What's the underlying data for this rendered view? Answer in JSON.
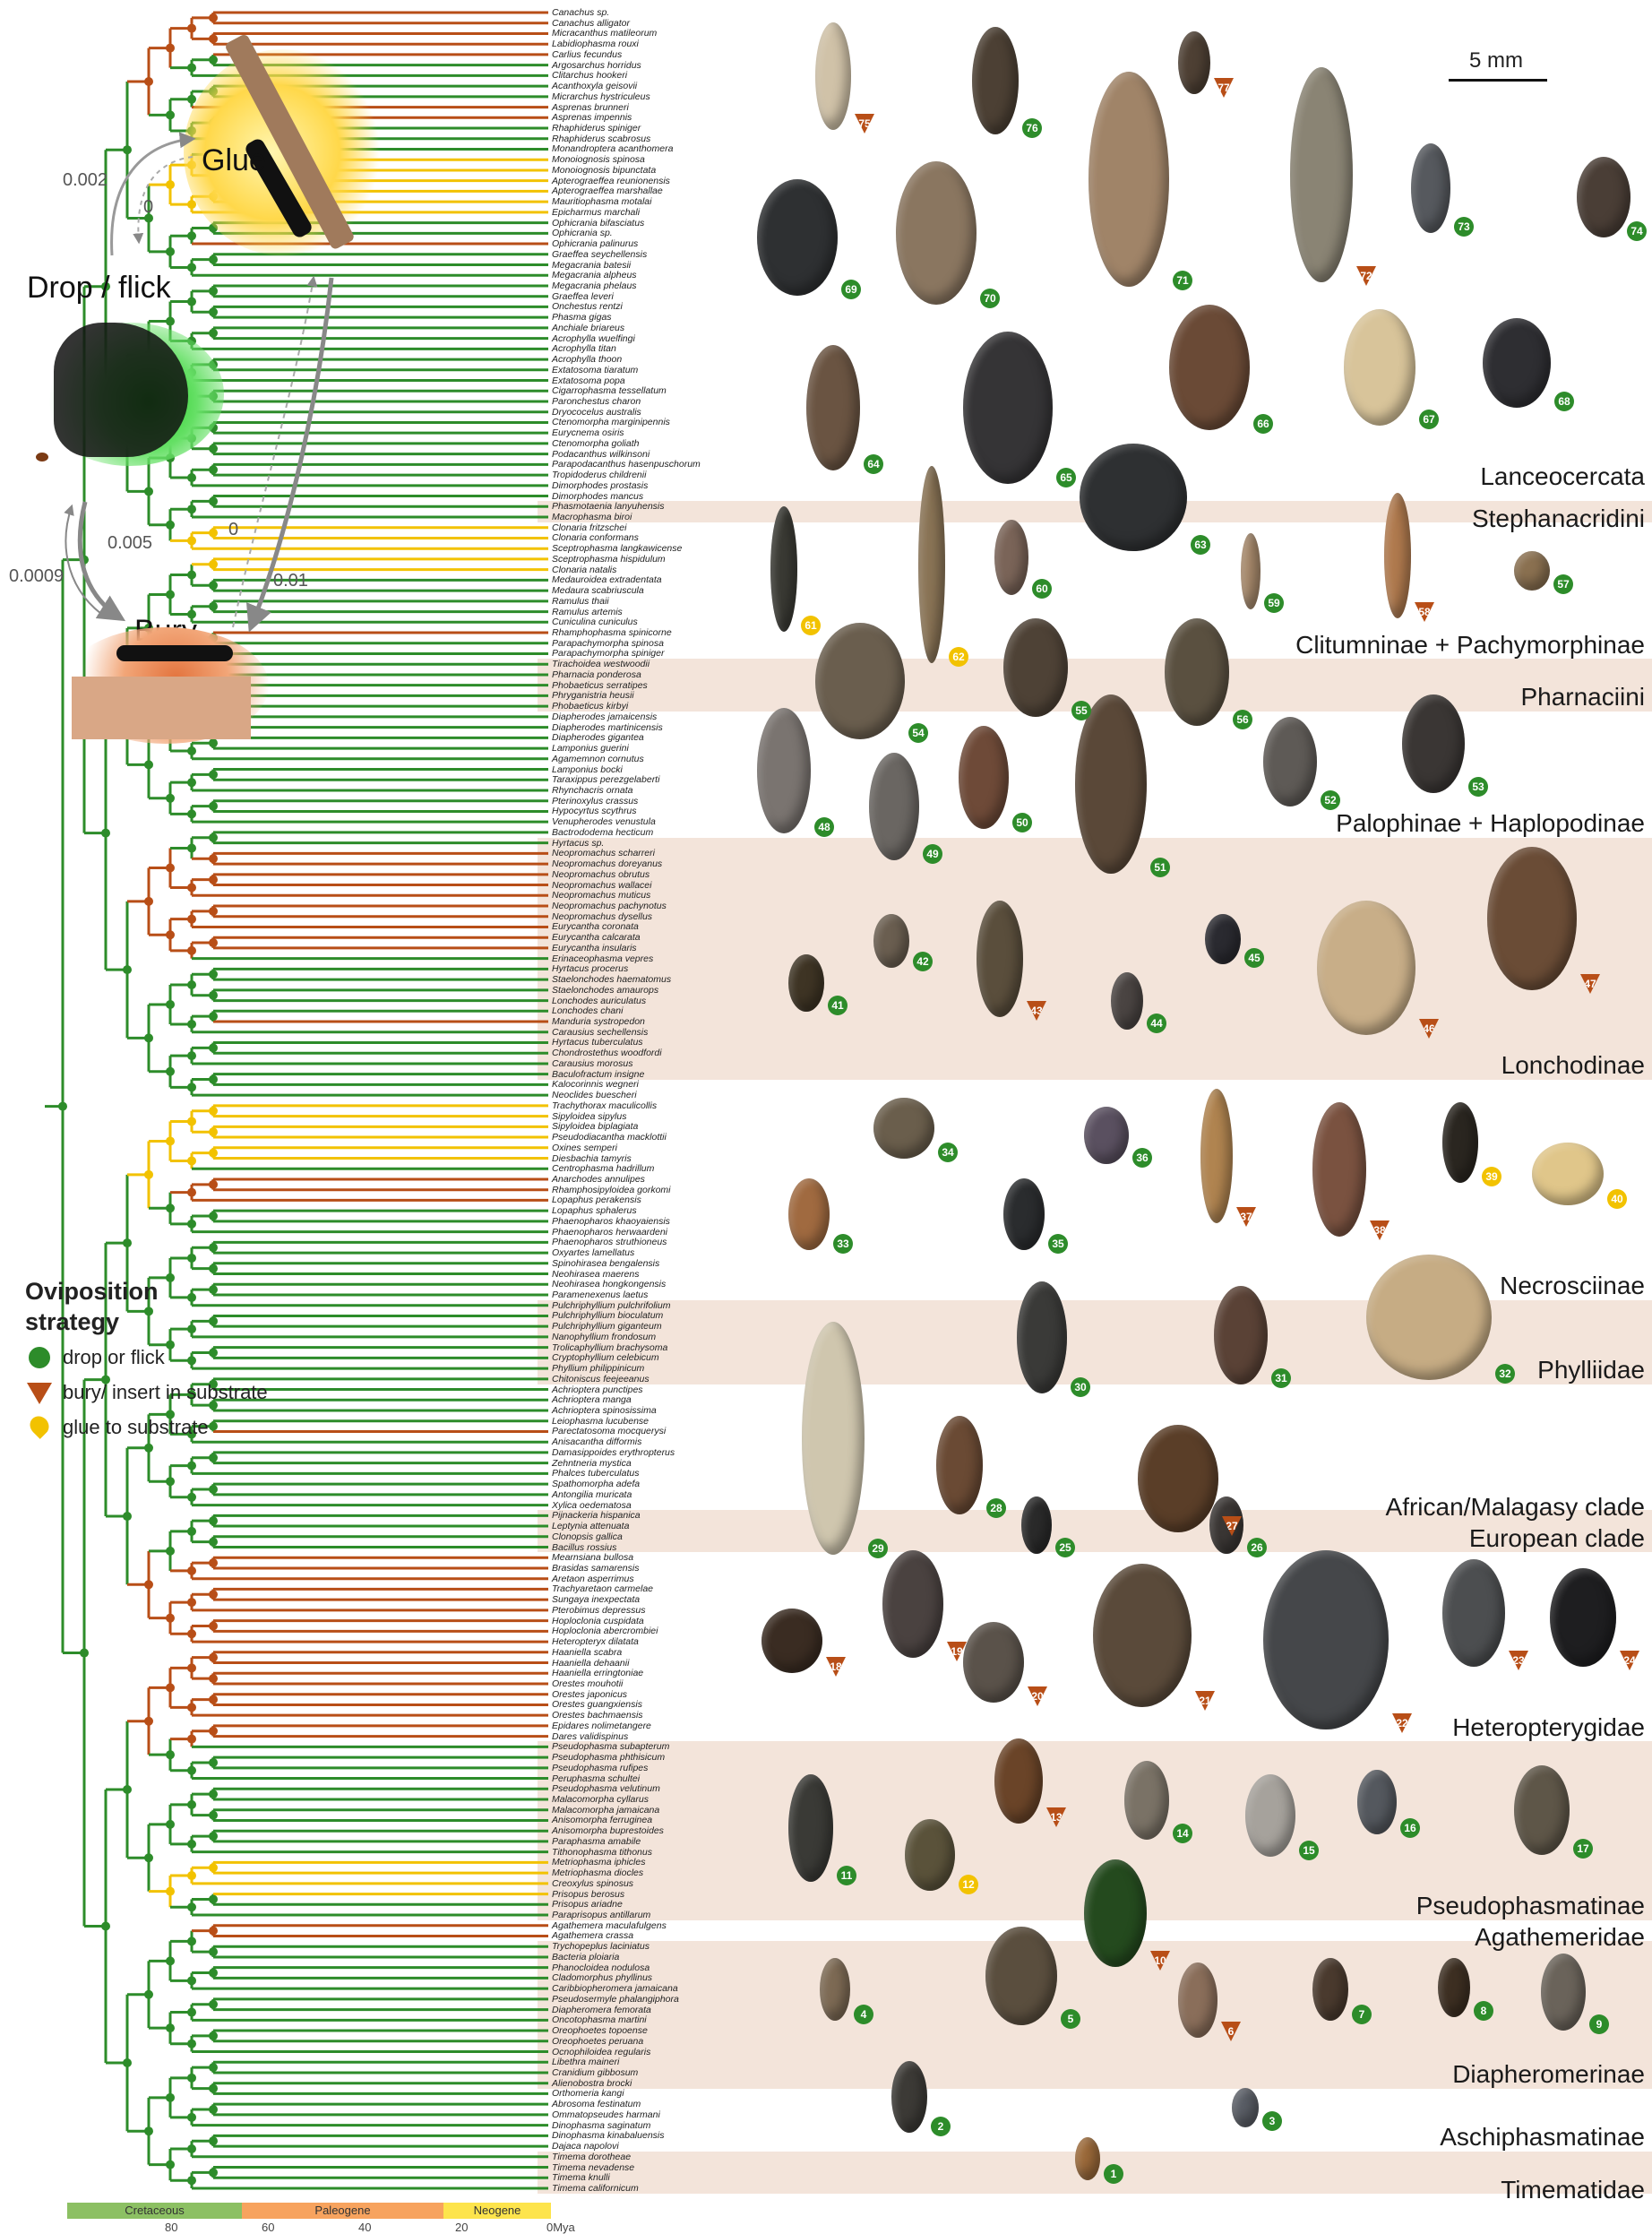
{
  "modes": {
    "glue": "Glue",
    "drop": "Drop / flick",
    "bury": "Bury"
  },
  "rates": {
    "drop_to_glue": "0.002",
    "glue_to_drop": "0",
    "drop_to_bury": "0.005",
    "bury_to_drop": "0.0009",
    "bury_to_glue": "0",
    "glue_to_bury": "0.01"
  },
  "scalebar": "5 mm",
  "legend": {
    "title_line1": "Oviposition",
    "title_line2": "strategy",
    "items": [
      "drop or flick",
      "bury/ insert in substrate",
      "glue to substrate"
    ]
  },
  "colors": {
    "drop": "#2d8c2a",
    "bury": "#b84e17",
    "glue": "#f2c200",
    "band": "#f3e4da"
  },
  "clades": [
    "Lanceocercata",
    "Stephanacridini",
    "Clitumninae + Pachymorphinae",
    "Pharnaciini",
    "Palophinae + Haplopodinae",
    "Lonchodinae",
    "Necrosciinae",
    "Phylliidae",
    "African/Malagasy clade",
    "European clade",
    "Heteropterygidae",
    "Pseudophasmatinae",
    "Agathemeridae",
    "Diapheromerinae",
    "Aschiphasmatinae",
    "Timematidae"
  ],
  "timescale": {
    "periods": [
      "Cretaceous",
      "Paleogene",
      "Neogene"
    ],
    "ticks": [
      "80",
      "60",
      "40",
      "20",
      "0Mya"
    ]
  },
  "species": [
    "Canachus sp.",
    "Canachus alligator",
    "Micracanthus matileorum",
    "Labidiophasma rouxi",
    "Carlius fecundus",
    "Argosarchus horridus",
    "Clitarchus hookeri",
    "Acanthoxyla geisovii",
    "Micrarchus hystriculeus",
    "Asprenas brunneri",
    "Asprenas impennis",
    "Rhaphiderus spiniger",
    "Rhaphiderus scabrosus",
    "Monandroptera acanthomera",
    "Monoiognosis spinosa",
    "Monoiognosis bipunctata",
    "Apterograeffea reunionensis",
    "Apterograeffea marshallae",
    "Mauritiophasma motalai",
    "Epicharmus marchali",
    "Ophicrania bifasciatus",
    "Ophicrania sp.",
    "Ophicrania palinurus",
    "Graeffea seychellensis",
    "Megacrania batesii",
    "Megacrania alpheus",
    "Megacrania phelaus",
    "Graeffea leveri",
    "Onchestus rentzi",
    "Phasma gigas",
    "Anchiale briareus",
    "Acrophylla wuelfingi",
    "Acrophylla titan",
    "Acrophylla thoon",
    "Extatosoma tiaratum",
    "Extatosoma popa",
    "Cigarrophasma tessellatum",
    "Paronchestus charon",
    "Dryococelus australis",
    "Ctenomorpha marginipennis",
    "Eurycnema osiris",
    "Ctenomorpha goliath",
    "Podacanthus wilkinsoni",
    "Parapodacanthus hasenpuschorum",
    "Tropidoderus childrenii",
    "Dimorphodes prostasis",
    "Dimorphodes mancus",
    "Phasmotaenia lanyuhensis",
    "Macrophasma biroi",
    "Clonaria fritzschei",
    "Clonaria conformans",
    "Sceptrophasma langkawicense",
    "Sceptrophasma hispidulum",
    "Clonaria natalis",
    "Medauroidea extradentata",
    "Medaura scabriuscula",
    "Ramulus thaii",
    "Ramulus artemis",
    "Cuniculina cuniculus",
    "Rhamphophasma spinicorne",
    "Parapachymorpha spinosa",
    "Parapachymorpha spiniger",
    "Tirachoidea westwoodii",
    "Pharnacia ponderosa",
    "Phobaeticus serratipes",
    "Phryganistria heusii",
    "Phobaeticus kirbyi",
    "Diapherodes jamaicensis",
    "Diapherodes martinicensis",
    "Diapherodes gigantea",
    "Lamponius guerini",
    "Agamemnon cornutus",
    "Lamponius bocki",
    "Taraxippus perezgelaberti",
    "Rhynchacris ornata",
    "Pterinoxylus crassus",
    "Hypocyrtus scythrus",
    "Venupherodes venustula",
    "Bactrododema hecticum",
    "Hyrtacus sp.",
    "Neopromachus scharreri",
    "Neopromachus doreyanus",
    "Neopromachus obrutus",
    "Neopromachus wallacei",
    "Neopromachus muticus",
    "Neopromachus pachynotus",
    "Neopromachus dysellus",
    "Eurycantha coronata",
    "Eurycantha calcarata",
    "Eurycantha insularis",
    "Erinaceophasma vepres",
    "Hyrtacus procerus",
    "Staelonchodes haematomus",
    "Staelonchodes amaurops",
    "Lonchodes auriculatus",
    "Lonchodes chani",
    "Manduria systropedon",
    "Carausius sechellensis",
    "Hyrtacus tuberculatus",
    "Chondrostethus woodfordi",
    "Carausius morosus",
    "Baculofractum insigne",
    "Kalocorinnis wegneri",
    "Neoclides buescheri",
    "Trachythorax maculicollis",
    "Sipyloidea sipylus",
    "Sipyloidea biplagiata",
    "Pseudodiacantha macklottii",
    "Oxines semperi",
    "Diesbachia tamyris",
    "Centrophasma hadrillum",
    "Anarchodes annulipes",
    "Rhamphosipyloidea gorkomi",
    "Lopaphus perakensis",
    "Lopaphus sphalerus",
    "Phaenopharos khaoyaiensis",
    "Phaenopharos herwaardeni",
    "Phaenopharos struthioneus",
    "Oxyartes lamellatus",
    "Spinohirasea bengalensis",
    "Neohirasea maerens",
    "Neohirasea hongkongensis",
    "Paramenexenus laetus",
    "Pulchriphyllium pulchrifolium",
    "Pulchriphyllium bioculatum",
    "Pulchriphyllium giganteum",
    "Nanophyllium frondosum",
    "Trolicaphyllium brachysoma",
    "Cryptophyllium celebicum",
    "Phyllium philippinicum",
    "Chitoniscus feejeeanus",
    "Achrioptera punctipes",
    "Achrioptera manga",
    "Achrioptera spinosissima",
    "Leiophasma lucubense",
    "Parectatosoma mocquerysi",
    "Anisacantha difformis",
    "Damasippoides erythropterus",
    "Zehntneria mystica",
    "Phalces tuberculatus",
    "Spathomorpha adefa",
    "Antongilia muricata",
    "Xylica oedematosa",
    "Pijnackeria hispanica",
    "Leptynia attenuata",
    "Clonopsis gallica",
    "Bacillus rossius",
    "Mearnsiana bullosa",
    "Brasidas samarensis",
    "Aretaon asperrimus",
    "Trachyaretaon carmelae",
    "Sungaya inexpectata",
    "Pterobimus depressus",
    "Hoploclonia cuspidata",
    "Hoploclonia abercrombiei",
    "Heteropteryx dilatata",
    "Haaniella scabra",
    "Haaniella dehaanii",
    "Haaniella erringtoniae",
    "Orestes mouhotii",
    "Orestes japonicus",
    "Orestes guangxiensis",
    "Orestes bachmaensis",
    "Epidares nolimetangere",
    "Dares validispinus",
    "Pseudophasma subapterum",
    "Pseudophasma phthisicum",
    "Pseudophasma rufipes",
    "Peruphasma schultei",
    "Pseudophasma velutinum",
    "Malacomorpha cyllarus",
    "Malacomorpha jamaicana",
    "Anisomorpha ferruginea",
    "Anisomorpha buprestoides",
    "Paraphasma amabile",
    "Tithonophasma tithonus",
    "Metriophasma iphicles",
    "Metriophasma diocles",
    "Creoxylus spinosus",
    "Prisopus berosus",
    "Prisopus ariadne",
    "Paraprisopus antillarum",
    "Agathemera maculafulgens",
    "Agathemera crassa",
    "Trychopeplus laciniatus",
    "Bacteria ploiaria",
    "Phanocloidea nodulosa",
    "Cladomorphus phyllinus",
    "Caribbiopheromera jamaicana",
    "Pseudosermyle phalangiphora",
    "Diapheromera femorata",
    "Oncotophasma martini",
    "Oreophoetes topoense",
    "Oreophoetes peruana",
    "Ocnophiloidea regularis",
    "Libethra maineri",
    "Cranidium gibbosum",
    "Alienobostra brocki",
    "Orthomeria kangi",
    "Abrosoma festinatum",
    "Ommatopseudes harmani",
    "Dinophasma saginatum",
    "Dinophasma kinabaluensis",
    "Dajaca napolovi",
    "Timema dorotheae",
    "Timema nevadense",
    "Timema knulli",
    "Timema californicum"
  ],
  "specimen_numbers": [
    "1",
    "2",
    "3",
    "4",
    "5",
    "6",
    "7",
    "8",
    "9",
    "10",
    "11",
    "12",
    "13",
    "14",
    "15",
    "16",
    "17",
    "18",
    "19",
    "20",
    "21",
    "22",
    "23",
    "24",
    "25",
    "26",
    "27",
    "28",
    "29",
    "30",
    "31",
    "32",
    "33",
    "34",
    "35",
    "36",
    "37",
    "38",
    "39",
    "40",
    "41",
    "42",
    "43",
    "44",
    "45",
    "46",
    "47",
    "48",
    "49",
    "50",
    "51",
    "52",
    "53",
    "54",
    "55",
    "56",
    "57",
    "58",
    "59",
    "60",
    "61",
    "62",
    "63",
    "64",
    "65",
    "66",
    "67",
    "68",
    "69",
    "70",
    "71",
    "72",
    "73",
    "74",
    "75",
    "76",
    "77"
  ]
}
